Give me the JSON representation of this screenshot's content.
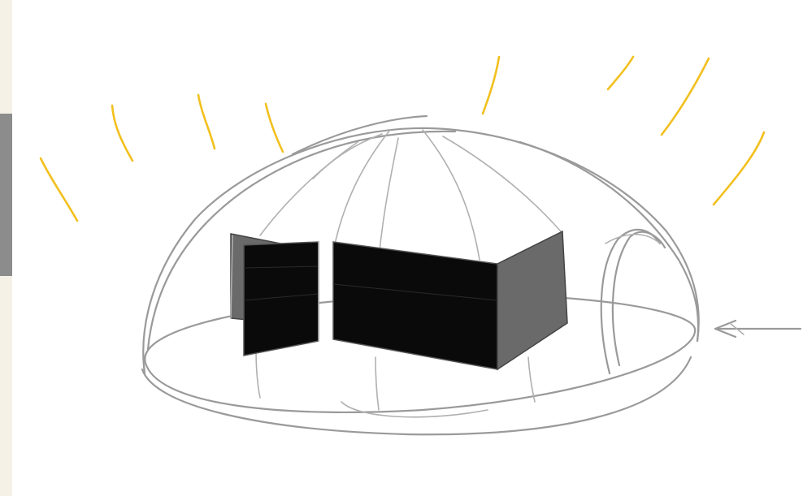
{
  "colors": {
    "background": "#f5f1e6",
    "canvas": "#ffffff",
    "sketch_line": "#9a9a9a",
    "sun_rays": "#f2c01e",
    "panels": "#0a0a0a",
    "side_tab": "#8c8c8c"
  },
  "sketch": {
    "subject": "dome-structure",
    "icons": [
      "dome-sketch",
      "sun-ray-marks",
      "entrance-arrow-icon"
    ]
  }
}
